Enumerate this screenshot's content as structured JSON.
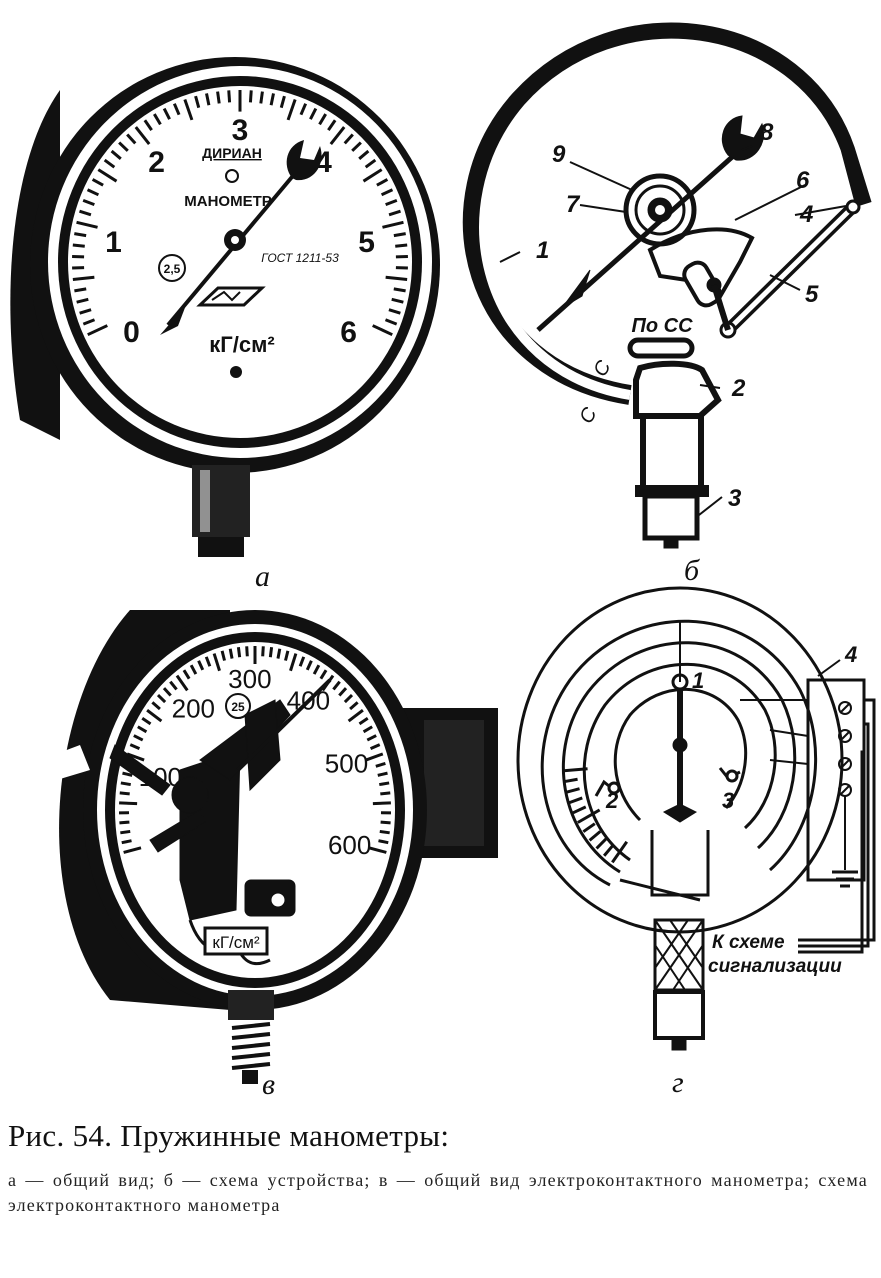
{
  "panels": {
    "a": {
      "letter": "а",
      "scale_labels": [
        "0",
        "1",
        "2",
        "3",
        "4",
        "5",
        "6"
      ],
      "brand": "ДИРИАН",
      "device": "МАНОМЕТР",
      "standard": "ГОСТ 1211-53",
      "class_badge": "2,5",
      "unit": "кГ/см²"
    },
    "b": {
      "letter": "б",
      "callouts": [
        "1",
        "2",
        "3",
        "4",
        "5",
        "6",
        "7",
        "8",
        "9"
      ],
      "section_mark": "С",
      "section_label": "По СС"
    },
    "v": {
      "letter": "в",
      "scale_labels": [
        "100",
        "200",
        "300",
        "400",
        "500",
        "600"
      ],
      "class_badge": "25",
      "unit": "кГ/см²"
    },
    "g": {
      "letter": "г",
      "callouts": [
        "1",
        "2",
        "3",
        "4"
      ],
      "signal_label_line1": "К схеме",
      "signal_label_line2": "сигнализации"
    }
  },
  "caption": {
    "title": "Рис. 54. Пружинные манометры:",
    "text": "а — общий вид; б — схема устройства; в — общий вид электроконтактного манометра; схема электроконтактного манометра"
  }
}
